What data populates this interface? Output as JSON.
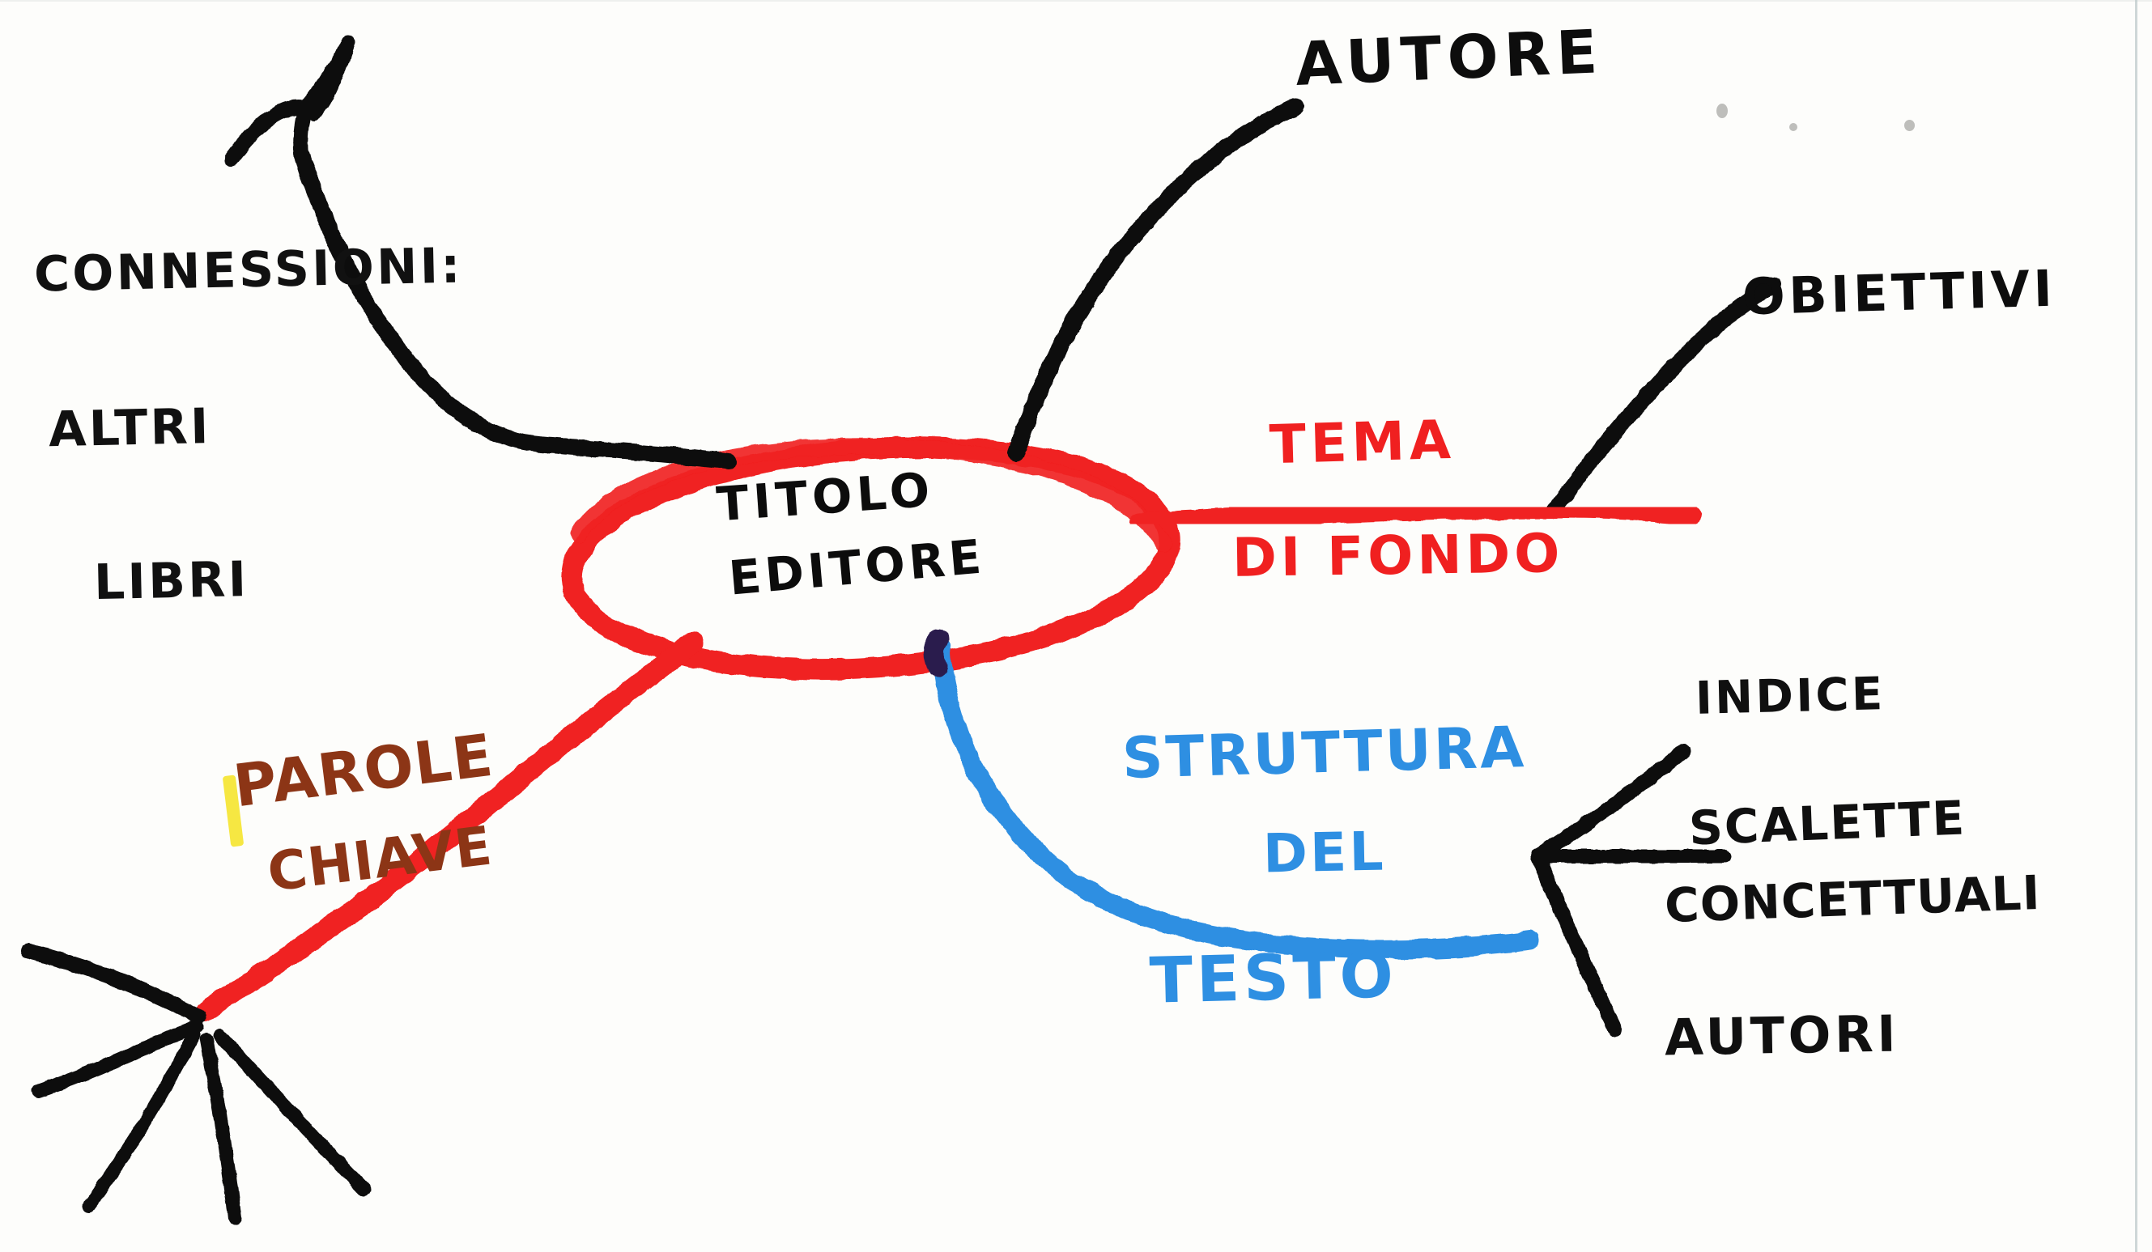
{
  "document": {
    "kind": "hand-drawn mind map",
    "language": "Italian",
    "background_color": "#fdfdfb"
  },
  "palette": {
    "red": "#F02020",
    "blue": "#2E8FE2",
    "black": "#101010",
    "brown": "#8C3516",
    "yellow_highlight": "#F5E638"
  },
  "center": {
    "shape": "ellipse",
    "outline_color": "#F02020",
    "line1": "TITOLO",
    "line2": "EDITORE"
  },
  "branches": {
    "connessioni": {
      "color": "#101010",
      "line1": "CONNESSIONI:",
      "line2": "ALTRI",
      "line3": "LIBRI",
      "terminator": "three-prong-fork"
    },
    "autore": {
      "color": "#101010",
      "label": "AUTORE"
    },
    "obiettivi": {
      "color": "#101010",
      "label": "OBIETTIVI"
    },
    "tema": {
      "color": "#F02020",
      "line1": "TEMA",
      "line2": "DI FONDO"
    },
    "struttura": {
      "color": "#2E8FE2",
      "line1": "STRUTTURA",
      "line2": "DEL",
      "line3": "TESTO",
      "children": [
        {
          "label": "INDICE"
        },
        {
          "label": "SCALETTE"
        },
        {
          "label": "CONCETTUALI"
        },
        {
          "label": "AUTORI"
        }
      ],
      "connector": "three-prong-fork-left"
    },
    "parole_chiave": {
      "color": "#8C3516",
      "branch_color": "#F02020",
      "line1": "PAROLE",
      "line2": "CHIAVE",
      "terminator": "starburst",
      "starburst_rays": 5,
      "highlight": "#F5E638"
    }
  }
}
